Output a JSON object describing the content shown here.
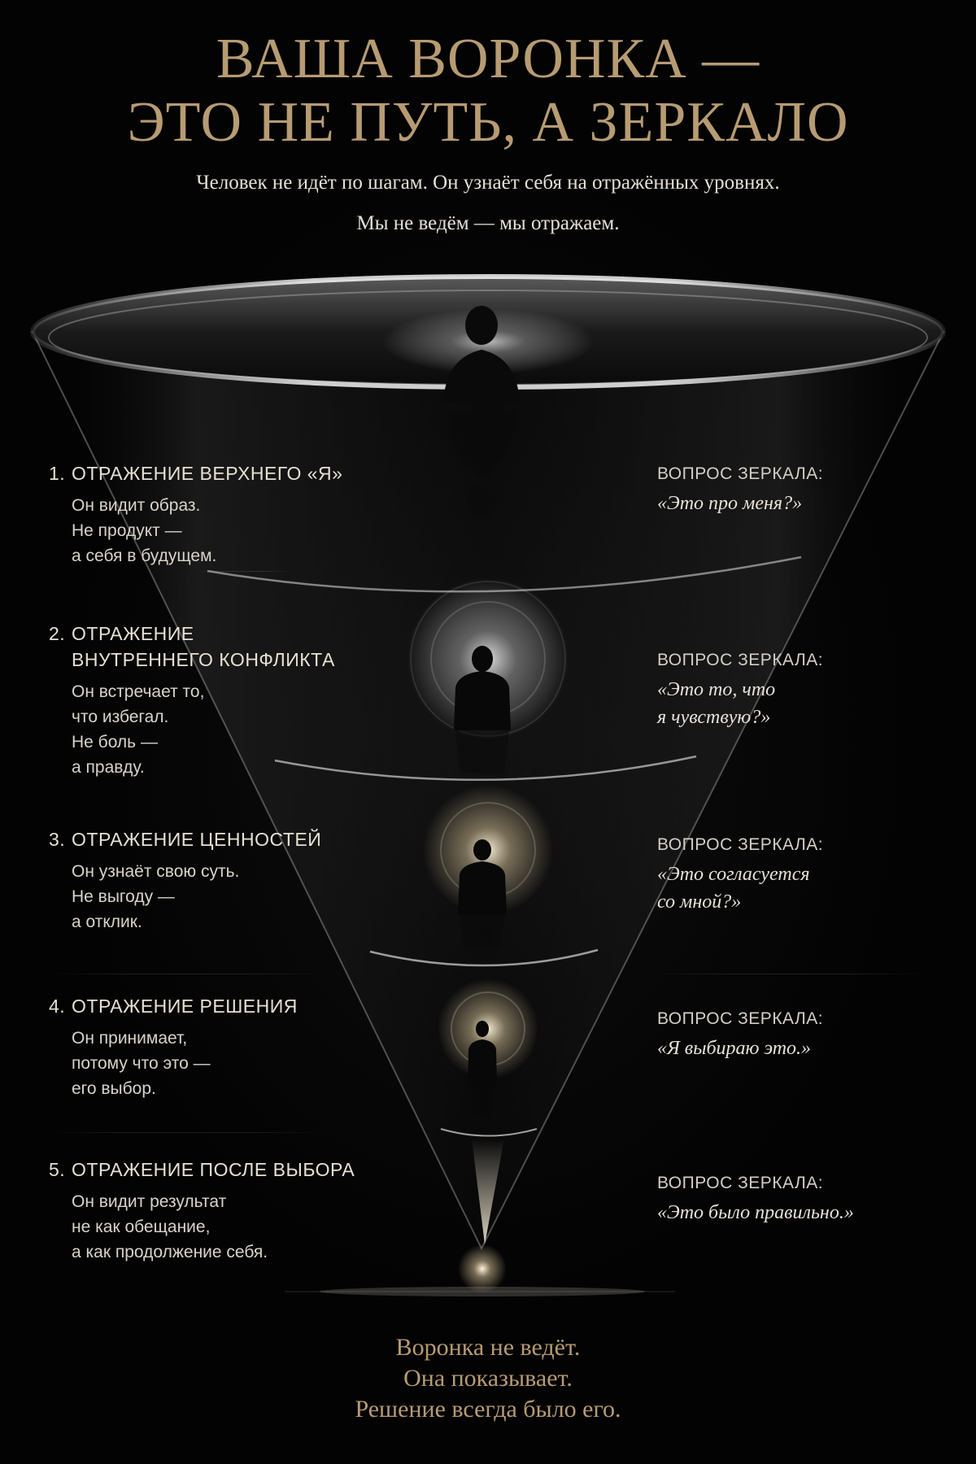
{
  "header": {
    "title_line1": "ВАША ВОРОНКА —",
    "title_line2": "ЭТО НЕ ПУТЬ, А ЗЕРКАЛО",
    "subtitle_line1": "Человек не идёт по шагам. Он узнаёт себя на отражённых уровнях.",
    "subtitle_line2": "Мы не ведём — мы отражаем."
  },
  "levels": [
    {
      "number": "1.",
      "title": "ОТРАЖЕНИЕ ВЕРХНЕГО «Я»",
      "description": "Он видит образ.\nНе продукт —\nа себя в будущем.",
      "question_label": "ВОПРОС ЗЕРКАЛА:",
      "question": "«Это про меня?»"
    },
    {
      "number": "2.",
      "title": "ОТРАЖЕНИЕ\nВНУТРЕННЕГО КОНФЛИКТА",
      "description": "Он встречает то,\nчто избегал.\nНе боль —\nа правду.",
      "question_label": "ВОПРОС ЗЕРКАЛА:",
      "question": "«Это то, что\nя чувствую?»"
    },
    {
      "number": "3.",
      "title": "ОТРАЖЕНИЕ ЦЕННОСТЕЙ",
      "description": "Он узнаёт свою суть.\nНе выгоду —\nа отклик.",
      "question_label": "ВОПРОС ЗЕРКАЛА:",
      "question": "«Это согласуется\nсо мной?»"
    },
    {
      "number": "4.",
      "title": "ОТРАЖЕНИЕ  РЕШЕНИЯ",
      "description": "Он принимает,\nпотому что это —\nего выбор.",
      "question_label": "ВОПРОС ЗЕРКАЛА:",
      "question": "«Я выбираю это.»"
    },
    {
      "number": "5.",
      "title": "ОТРАЖЕНИЕ  ПОСЛЕ ВЫБОРА",
      "description": "Он видит результат\nне как обещание,\nа как продолжение себя.",
      "question_label": "ВОПРОС ЗЕРКАЛА:",
      "question": "«Это было правильно.»"
    }
  ],
  "footer": {
    "line1": "Воронка не ведёт.",
    "line2": "Она показывает.",
    "line3": "Решение всегда было его."
  },
  "colors": {
    "background": "#050505",
    "title_gold": "#b79b72",
    "text": "#e6e0d6",
    "glow": "#fff6e0"
  },
  "illustration": {
    "funnel": "glass-cone-funnel",
    "figure": "silhouette-person-icon",
    "levels_count": 5
  }
}
